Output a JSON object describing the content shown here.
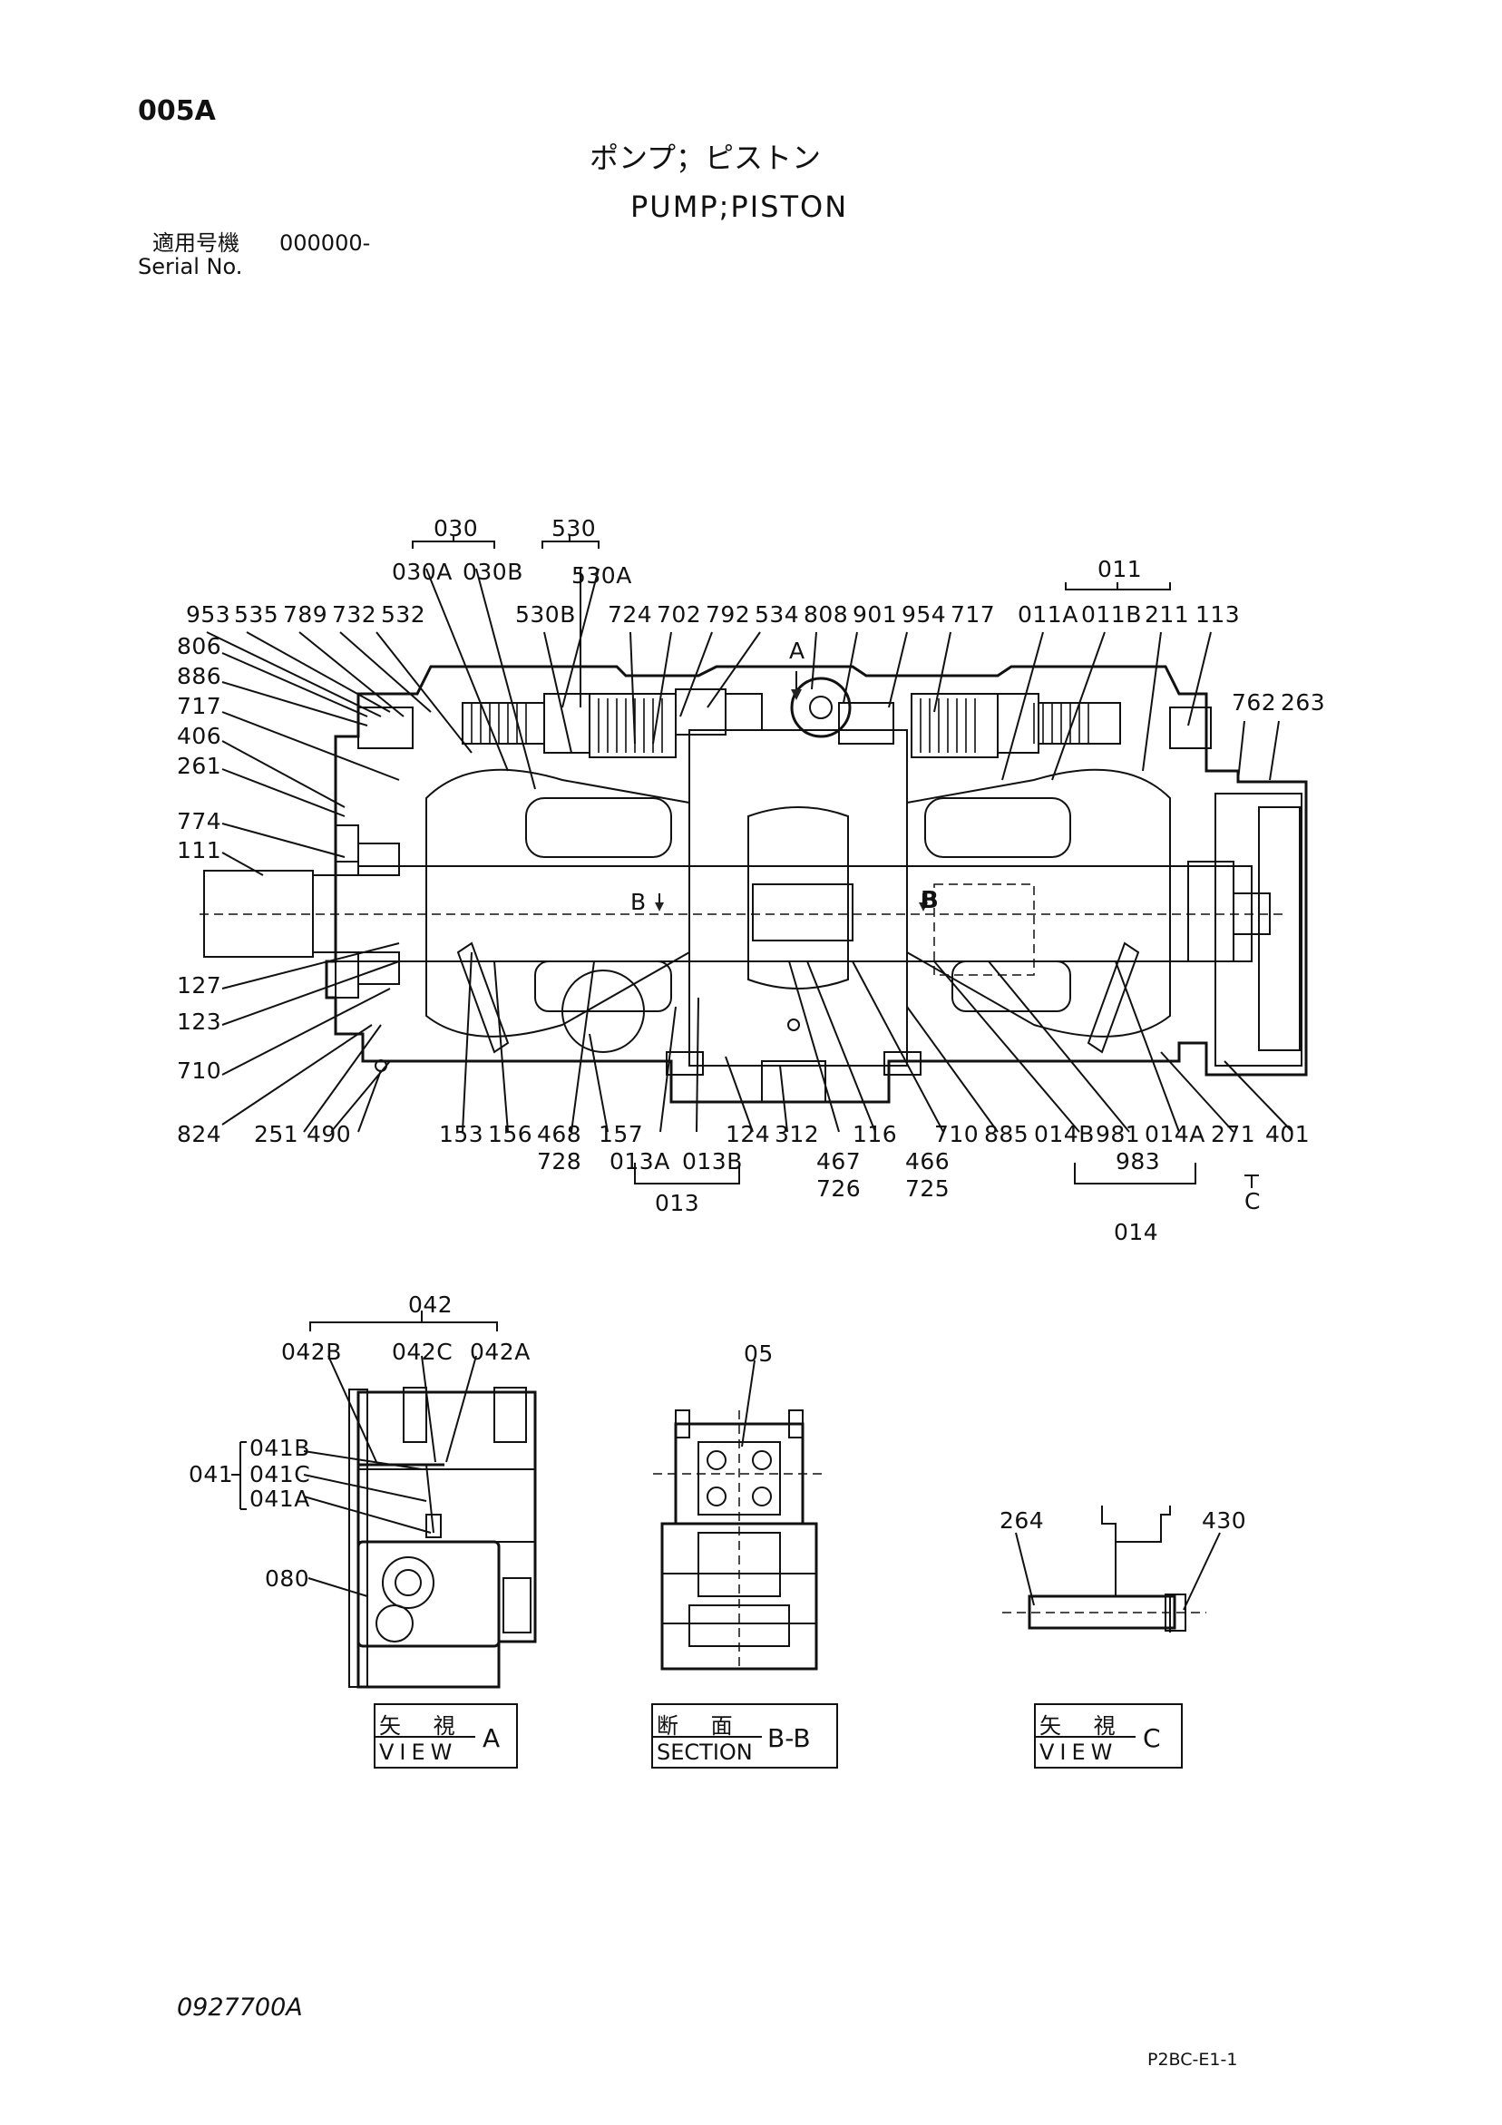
{
  "page_code": "005A",
  "title_jp": "ポンプ；ピストン",
  "title_en": "PUMP;PISTON",
  "serial": {
    "label_jp": "適用号機",
    "value": "000000-",
    "label_en": "Serial No."
  },
  "main_labels": {
    "g030": "030",
    "g530": "530",
    "a030": "030A",
    "b030": "030B",
    "b530": "530B",
    "a530": "530A",
    "g011": "011",
    "r953": "953",
    "r535": "535",
    "r789": "789",
    "r732": "732",
    "r532": "532",
    "r724": "724",
    "r702": "702",
    "r792": "792",
    "r534": "534",
    "r808": "808",
    "r901": "901",
    "r954": "954",
    "r717t": "717",
    "a011": "011A",
    "b011": "011B",
    "r211": "211",
    "r113": "113",
    "r762": "762",
    "r263": "263",
    "r806": "806",
    "r886": "886",
    "r717l": "717",
    "r406": "406",
    "r261": "261",
    "r774": "774",
    "r111": "111",
    "r127": "127",
    "r123": "123",
    "r710l": "710",
    "r824": "824",
    "r251": "251",
    "r490": "490",
    "r153": "153",
    "r156": "156",
    "r468": "468",
    "r728": "728",
    "r157": "157",
    "a013": "013A",
    "b013": "013B",
    "g013": "013",
    "r124": "124",
    "r312": "312",
    "r467": "467",
    "r726": "726",
    "r116": "116",
    "r466": "466",
    "r725": "725",
    "r710b": "710",
    "r885": "885",
    "b014": "014B",
    "r981": "981",
    "r983": "983",
    "a014": "014A",
    "g014": "014",
    "r271": "271",
    "r401": "401",
    "mA": "A",
    "mB1": "B",
    "mB2": "B",
    "mC": "C"
  },
  "view_a_labels": {
    "g042": "042",
    "b042": "042B",
    "c042": "042C",
    "a042": "042A",
    "g041": "041",
    "b041": "041B",
    "c041": "041C",
    "a041": "041A",
    "r080": "080"
  },
  "section_labels": {
    "r05": "05"
  },
  "view_c_labels": {
    "r264": "264",
    "r430": "430"
  },
  "view_boxes": {
    "a": {
      "jp": "矢 視",
      "en": "VIEW",
      "mark": "A"
    },
    "bb": {
      "jp": "断 面",
      "en": "SECTION",
      "mark": "B-B"
    },
    "c": {
      "jp": "矢 視",
      "en": "VIEW",
      "mark": "C"
    }
  },
  "footer": {
    "drawing_no": "0927700A",
    "code": "P2BC-E1-1"
  }
}
